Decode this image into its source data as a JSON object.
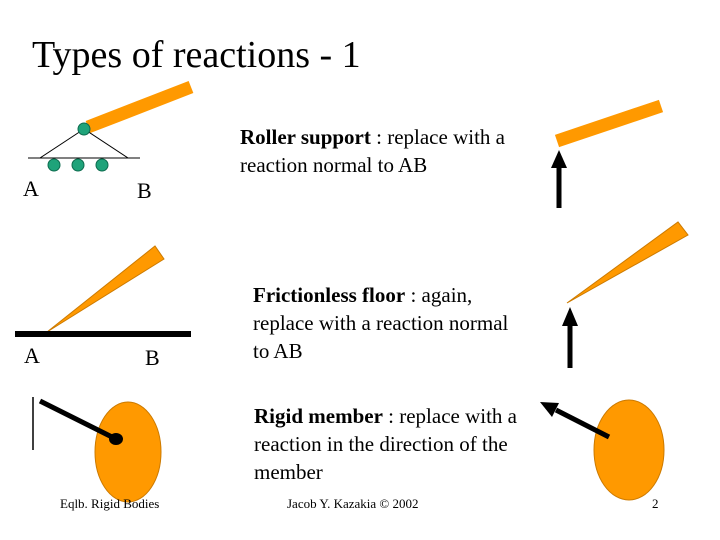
{
  "slide": {
    "title": "Types of reactions - 1",
    "roller": {
      "label_a": "A",
      "label_b": "B",
      "heading": "Roller support",
      "body": " : replace with a reaction normal to AB"
    },
    "floor": {
      "label_a": "A",
      "label_b": "B",
      "heading": "Frictionless floor",
      "body": " : again, replace with a reaction normal to AB"
    },
    "rigid": {
      "heading": "Rigid member",
      "body": " :   replace with a reaction in the direction of the member"
    },
    "footer": {
      "left": "Eqlb. Rigid Bodies",
      "center": "Jacob Y. Kazakia © 2002",
      "page_number": "2"
    }
  },
  "colors": {
    "member_fill": "#ff9900",
    "member_stroke": "#cc7a00",
    "roller_fill": "#1fa37a",
    "ink": "#000000"
  }
}
